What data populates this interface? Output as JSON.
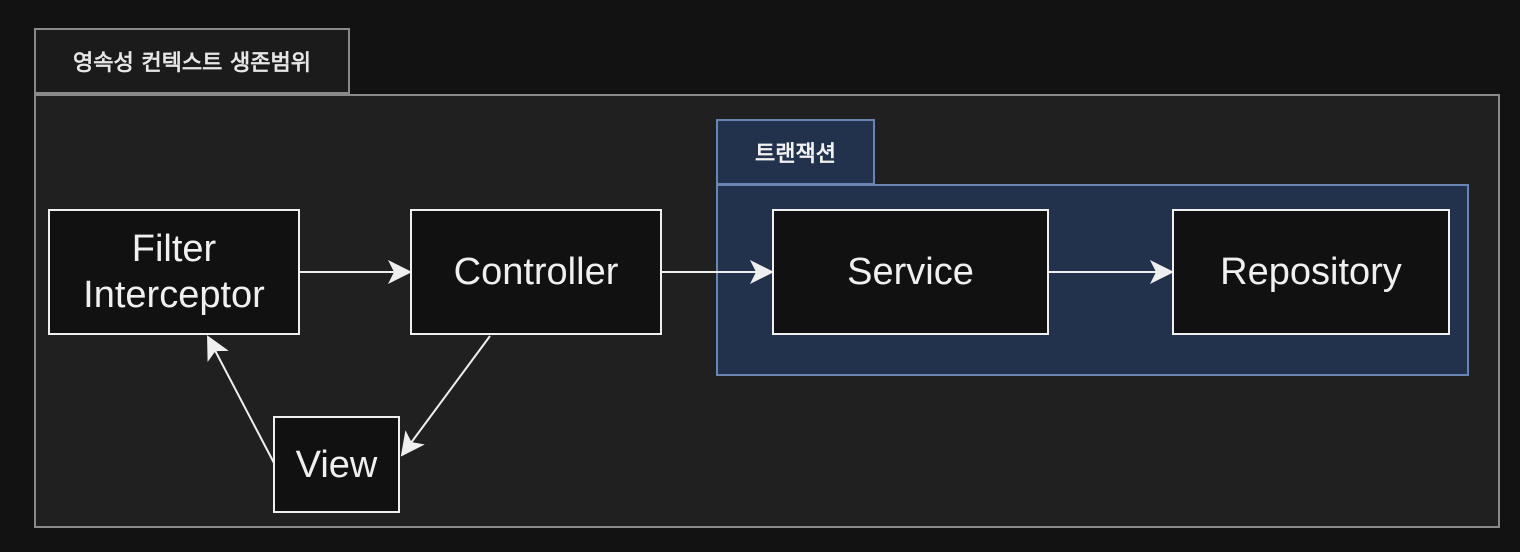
{
  "outer_container": {
    "label": "영속성 컨텍스트 생존범위"
  },
  "transaction_container": {
    "label": "트랜잭션"
  },
  "nodes": {
    "filter": {
      "line1": "Filter",
      "line2": "Interceptor"
    },
    "controller": {
      "label": "Controller"
    },
    "service": {
      "label": "Service"
    },
    "repository": {
      "label": "Repository"
    },
    "view": {
      "label": "View"
    }
  },
  "edges": [
    {
      "from": "filter",
      "to": "controller"
    },
    {
      "from": "controller",
      "to": "service"
    },
    {
      "from": "service",
      "to": "repository"
    },
    {
      "from": "controller",
      "to": "view"
    },
    {
      "from": "view",
      "to": "filter"
    }
  ],
  "colors": {
    "background": "#121212",
    "outer_fill": "#202020",
    "outer_border": "#8a8a8a",
    "transaction_fill": "#22324c",
    "transaction_border": "#6a85b3",
    "node_fill": "#111111",
    "node_border": "#efefef",
    "arrow": "#efefef"
  }
}
